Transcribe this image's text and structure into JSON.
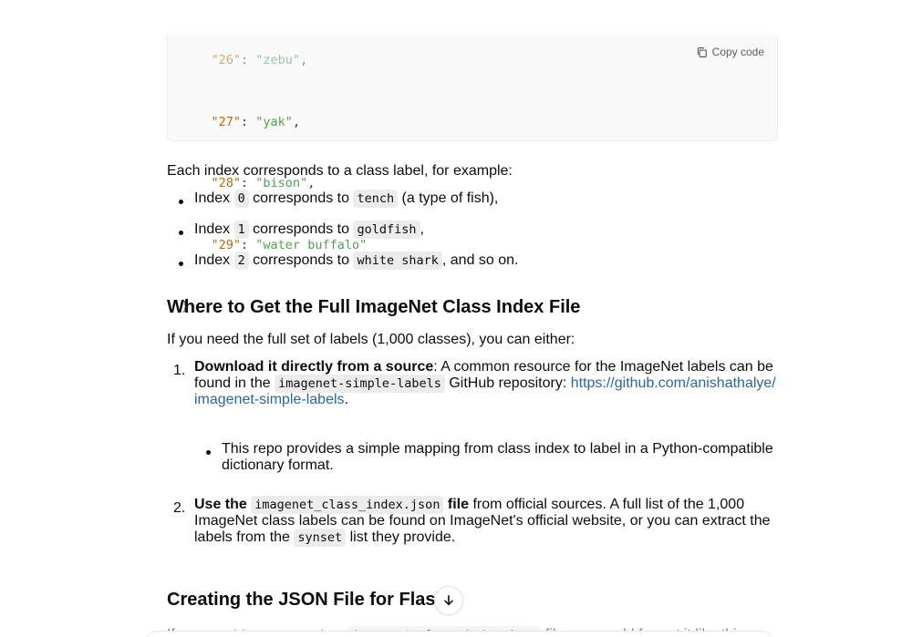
{
  "code_block": {
    "copy_label": "Copy code",
    "clipped_line": {
      "key": "\"26\"",
      "sep": ": ",
      "value": "\"zebu\"",
      "end": ","
    },
    "lines": [
      {
        "key": "\"27\"",
        "sep": ": ",
        "value": "\"yak\"",
        "end": ","
      },
      {
        "key": "\"28\"",
        "sep": ": ",
        "value": "\"bison\"",
        "end": ","
      },
      {
        "key": "\"29\"",
        "sep": ": ",
        "value": "\"water buffalo\"",
        "end": ""
      }
    ],
    "closing": "}"
  },
  "intro": "Each index corresponds to a class label, for example:",
  "examples": [
    {
      "pre": "Index ",
      "idx": "0",
      "mid": " corresponds to ",
      "label": "tench",
      "post": " (a type of fish),"
    },
    {
      "pre": "Index ",
      "idx": "1",
      "mid": " corresponds to ",
      "label": "goldfish",
      "post": ","
    },
    {
      "pre": "Index ",
      "idx": "2",
      "mid": " corresponds to ",
      "label": "white shark",
      "post": ", and so on."
    }
  ],
  "section1": {
    "heading": "Where to Get the Full ImageNet Class Index File",
    "lead": "If you need the full set of labels (1,000 classes), you can either:",
    "item1": {
      "num": "1.",
      "bold": "Download it directly from a source",
      "text1": ": A common resource for the ImageNet labels can be",
      "text2_pre": "found in the ",
      "code": "imagenet-simple-labels",
      "text2_post": " GitHub repository: ",
      "link_part1": "https://github.com/anishathalye/",
      "link_part2": "imagenet-simple-labels",
      "text3_post": ".",
      "sub_line1": "This repo provides a simple mapping from class index to label in a Python-compatible",
      "sub_line2": "dictionary format."
    },
    "item2": {
      "num": "2.",
      "bold_pre": "Use the ",
      "code": "imagenet_class_index.json",
      "bold_post": " file",
      "text1": " from official sources. A full list of the 1,000",
      "line2": "ImageNet class labels can be found on ImageNet's official website, or you can extract the",
      "line3_pre": "labels from the ",
      "line3_code": "synset",
      "line3_post": " list they provide."
    }
  },
  "section2": {
    "heading": "Creating the JSON File for Flask",
    "clipped_pre": "If you want to use a custom ",
    "clipped_code": "imagenet_class_index.json",
    "clipped_post": " file, you could format it like this:"
  },
  "icons": {
    "copy": "copy-icon",
    "scroll": "arrow-down-icon"
  }
}
